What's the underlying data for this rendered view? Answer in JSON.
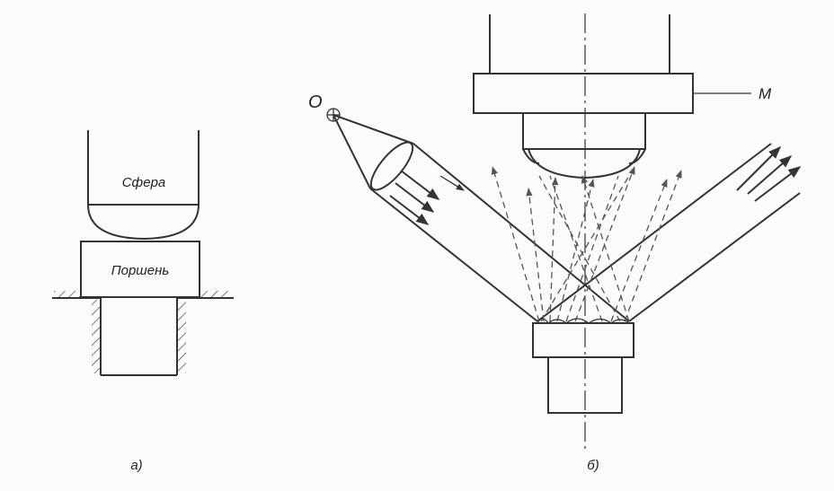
{
  "diagram_a": {
    "sphere_label": "Сфера",
    "piston_label": "Поршень",
    "caption": "а)"
  },
  "diagram_b": {
    "source_label": "О",
    "mirror_label": "М",
    "caption": "б)"
  },
  "colors": {
    "ink": "#333333",
    "background": "#fbfbf9"
  }
}
